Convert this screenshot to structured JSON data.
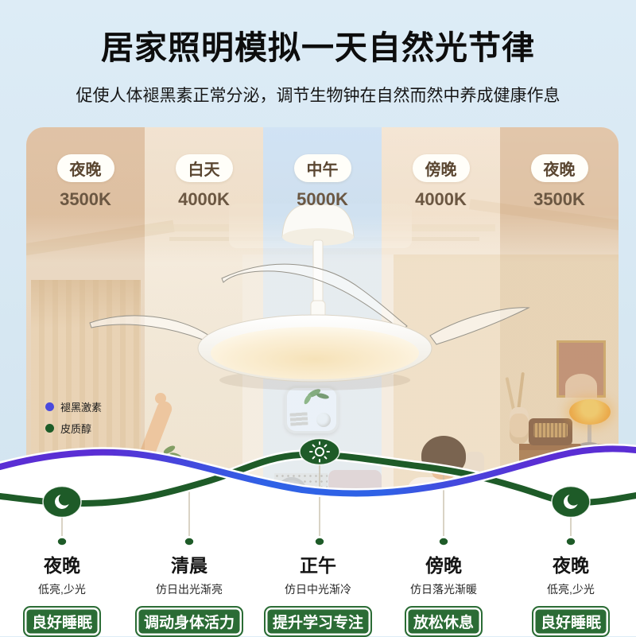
{
  "header": {
    "title": "居家照明模拟一天自然光节律",
    "subtitle": "促使人体褪黑素正常分泌，调节生物钟在自然而然中养成健康作息"
  },
  "columns": [
    {
      "period": "夜晚",
      "temp": "3500K"
    },
    {
      "period": "白天",
      "temp": "4000K"
    },
    {
      "period": "中午",
      "temp": "5000K"
    },
    {
      "period": "傍晚",
      "temp": "4000K"
    },
    {
      "period": "夜晚",
      "temp": "3500K"
    }
  ],
  "legend": {
    "melatonin": {
      "label": "褪黑激素",
      "color": "#4a49dd"
    },
    "cortisol": {
      "label": "皮质醇",
      "color": "#1e5c28"
    }
  },
  "timeline": [
    {
      "time": "夜晚",
      "desc": "低亮,少光",
      "benefit": "良好睡眠",
      "icon": "moon"
    },
    {
      "time": "清晨",
      "desc": "仿日出光渐亮",
      "benefit": "调动身体活力",
      "icon": "dot"
    },
    {
      "time": "正午",
      "desc": "仿日中光渐冷",
      "benefit": "提升学习专注",
      "icon": "sun"
    },
    {
      "time": "傍晚",
      "desc": "仿日落光渐暖",
      "benefit": "放松休息",
      "icon": "dot"
    },
    {
      "time": "夜晚",
      "desc": "低亮,少光",
      "benefit": "良好睡眠",
      "icon": "moon"
    }
  ],
  "colors": {
    "page_bg": "#d7e8f3",
    "accent_green": "#2b6c35",
    "wave_cortisol": "#1e5b28",
    "wave_melatonin_purple": "#5a2ed4",
    "wave_melatonin_blue": "#2f62e6",
    "header_text_brown": "#5a4631"
  }
}
